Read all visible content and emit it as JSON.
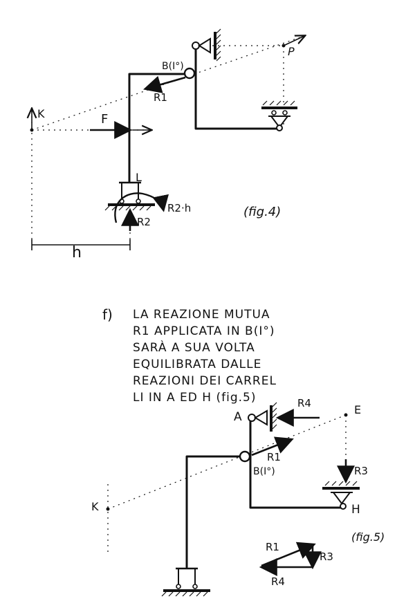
{
  "fig4": {
    "caption": "(fig.4)",
    "labels": {
      "K": "K",
      "F": "F",
      "B": "B(I°)",
      "P": "P",
      "R1": "R1",
      "L": "L",
      "R2": "R2",
      "R2h": "R2·h",
      "h": "h"
    }
  },
  "note": {
    "marker": "f)",
    "lines": [
      "LA REAZIONE MUTUA",
      "R1 APPLICATA IN B(I°)",
      "SARÀ A SUA VOLTA",
      "EQUILIBRATA DALLE",
      "REAZIONI DEI CARREL",
      "LI IN A ED H (fig.5)"
    ]
  },
  "fig5": {
    "caption": "(fig.5)",
    "labels": {
      "A": "A",
      "E": "E",
      "R4": "R4",
      "R1": "R1",
      "B": "B(I°)",
      "R3": "R3",
      "K": "K",
      "H": "H"
    },
    "triangle": {
      "R1": "R1",
      "R3": "R3",
      "R4": "R4"
    }
  }
}
